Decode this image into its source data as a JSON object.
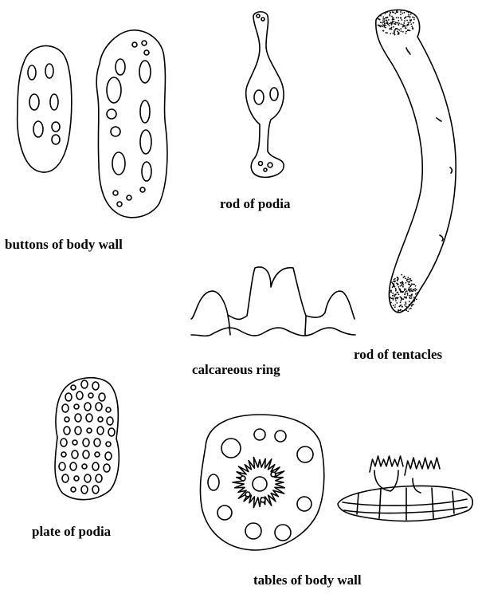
{
  "labels": {
    "buttons": "buttons of body wall",
    "rod_podia": "rod of podia",
    "rod_tentacles": "rod of tentacles",
    "ring": "calcareous ring",
    "plate": "plate of podia",
    "tables": "tables of body wall"
  }
}
